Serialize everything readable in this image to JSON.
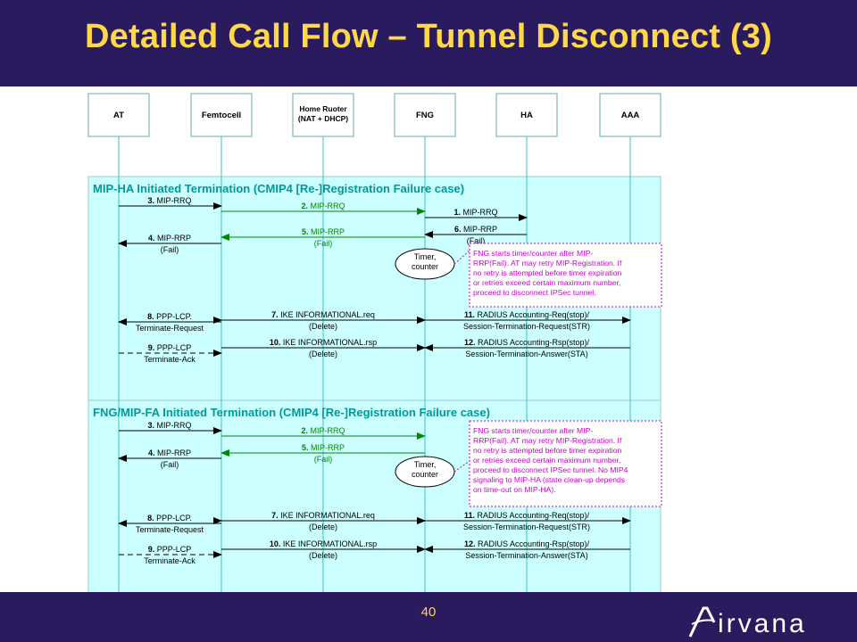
{
  "title": "Detailed Call Flow – Tunnel Disconnect (3)",
  "page_number": "40",
  "logo_text": "irvana",
  "colors": {
    "header_bg": "#2a1a5e",
    "title": "#ffd84a",
    "panel_fill": "#ccffff",
    "panel_stroke": "#99cccc",
    "lifeline": "#40c0c0",
    "section_title": "#009999",
    "green_msg": "#008800",
    "note_border": "#cc00cc",
    "note_text": "#cc00cc"
  },
  "entities": [
    "AT",
    "Femtocell",
    "Home Ruoter\n(NAT + DHCP)",
    "FNG",
    "HA",
    "AAA"
  ],
  "sections": [
    {
      "title": "MIP-HA Initiated Termination (CMIP4 [Re-]Registration Failure case)",
      "timer": "Timer,\ncounter",
      "note": "FNG starts timer/counter after MIP-\nRRP(Fail). AT may retry MIP-Registration. If\nno retry is attempted before timer expiration\nor retries exceed certain maximum number,\nproceed to disconnect IPSec tunnel.",
      "messages": [
        {
          "num": "3.",
          "label": "MIP-RRQ",
          "sub": ""
        },
        {
          "num": "2.",
          "label": "MIP-RRQ",
          "sub": ""
        },
        {
          "num": "1.",
          "label": "MIP-RRQ",
          "sub": ""
        },
        {
          "num": "6.",
          "label": "MIP-RRP",
          "sub": "(Fail)"
        },
        {
          "num": "5.",
          "label": "MIP-RRP",
          "sub": "(Fail)"
        },
        {
          "num": "4.",
          "label": "MIP-RRP",
          "sub": "(Fail)"
        },
        {
          "num": "7.",
          "label": "IKE INFORMATIONAL.req",
          "sub": "(Delete)"
        },
        {
          "num": "8.",
          "label": "PPP-LCP.",
          "sub": "Terminate-Request"
        },
        {
          "num": "11.",
          "label": "RADIUS Accounting-Req(stop)/",
          "sub": "Session-Termination-Request(STR)"
        },
        {
          "num": "10.",
          "label": "IKE INFORMATIONAL.rsp",
          "sub": "(Delete)"
        },
        {
          "num": "9.",
          "label": "PPP-LCP",
          "sub": "Terminate-Ack"
        },
        {
          "num": "12.",
          "label": "RADIUS Accounting-Rsp(stop)/",
          "sub": "Session-Termination-Answer(STA)"
        }
      ]
    },
    {
      "title": "FNG/MIP-FA Initiated Termination (CMIP4 [Re-]Registration Failure case)",
      "timer": "Timer,\ncounter",
      "note": "FNG starts timer/counter after MIP-\nRRP(Fail). AT may retry MIP-Registration. If\nno retry is attempted before timer expiration\nor retries exceed certain maximum number,\nproceed to disconnect IPSec tunnel. No MIP4\nsignaling to MIP-HA (state clean-up depends\non time-out on MIP-HA).",
      "messages": [
        {
          "num": "3.",
          "label": "MIP-RRQ",
          "sub": ""
        },
        {
          "num": "2.",
          "label": "MIP-RRQ",
          "sub": ""
        },
        {
          "num": "5.",
          "label": "MIP-RRP",
          "sub": "(Fail)"
        },
        {
          "num": "4.",
          "label": "MIP-RRP",
          "sub": "(Fail)"
        },
        {
          "num": "7.",
          "label": "IKE INFORMATIONAL.req",
          "sub": "(Delete)"
        },
        {
          "num": "8.",
          "label": "PPP-LCP.",
          "sub": "Terminate-Request"
        },
        {
          "num": "11.",
          "label": "RADIUS Accounting-Req(stop)/",
          "sub": "Session-Termination-Request(STR)"
        },
        {
          "num": "10.",
          "label": "IKE INFORMATIONAL.rsp",
          "sub": "(Delete)"
        },
        {
          "num": "9.",
          "label": "PPP-LCP",
          "sub": "Terminate-Ack"
        },
        {
          "num": "12.",
          "label": "RADIUS Accounting-Rsp(stop)/",
          "sub": "Session-Termination-Answer(STA)"
        }
      ]
    }
  ]
}
